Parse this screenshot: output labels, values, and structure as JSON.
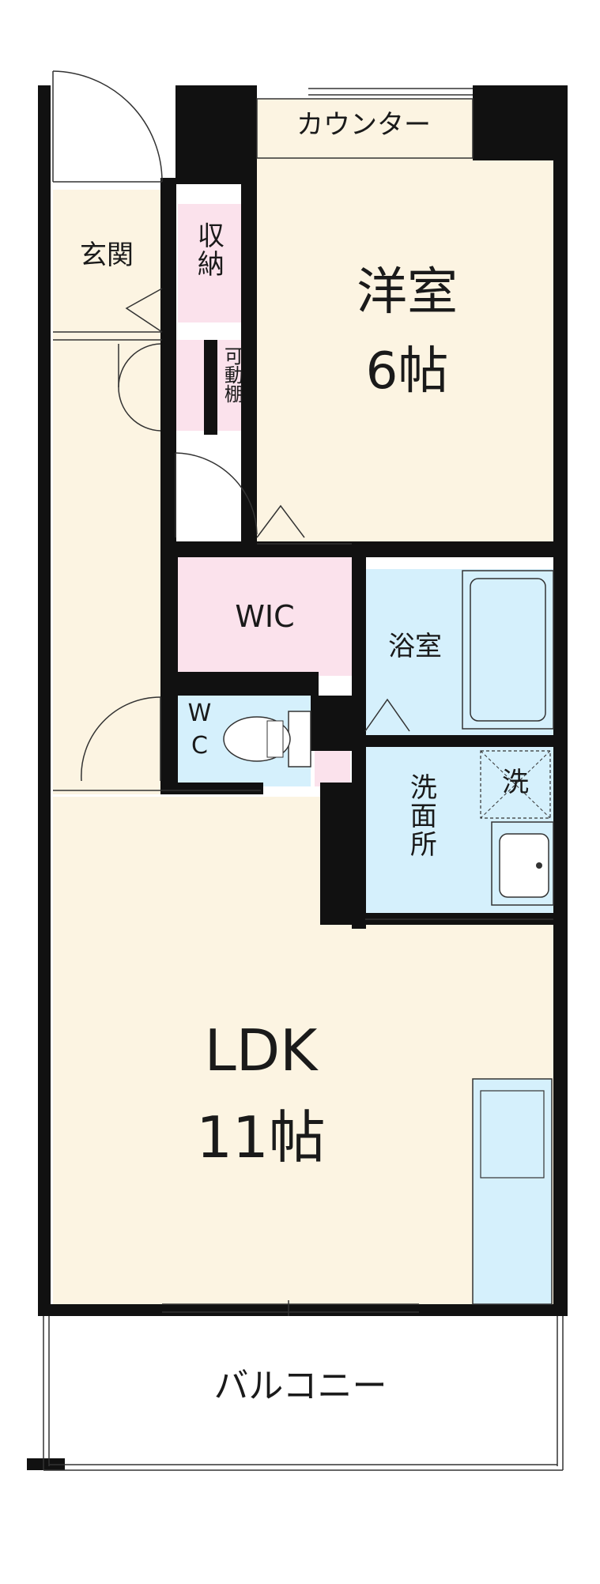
{
  "colors": {
    "wall": "#111111",
    "room": "#fcf4e2",
    "storage": "#fbe2ec",
    "wet": "#d5f0fc",
    "line": "#333333"
  },
  "labels": {
    "counter": "カウンター",
    "western_room": "洋室",
    "western_room_size": "6帖",
    "entrance": "玄関",
    "storage": "収納",
    "movable_shelf": "可動棚",
    "wic": "WIC",
    "bathroom": "浴室",
    "wc": "WC",
    "washing_machine": "洗",
    "washroom": "洗面所",
    "ldk": "LDK",
    "ldk_size": "11帖",
    "balcony": "バルコニー"
  },
  "icons": {
    "bathtub": "bathtub-icon",
    "toilet": "toilet-icon",
    "sink": "sink-icon",
    "kitchen": "kitchen-counter-icon"
  }
}
